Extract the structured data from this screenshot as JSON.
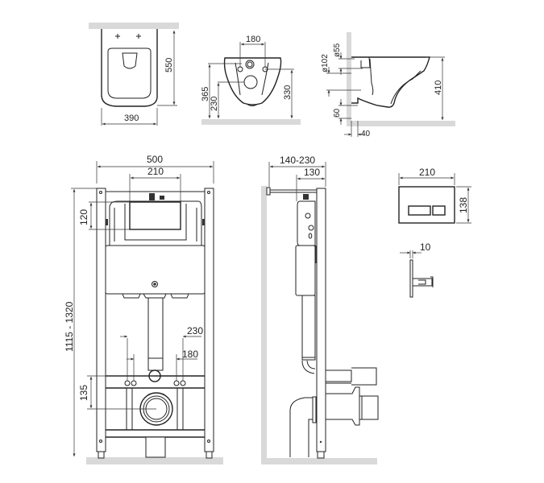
{
  "views": {
    "bowl_top": {
      "dims": {
        "width": "390",
        "depth": "550"
      }
    },
    "bowl_front": {
      "dims": {
        "bolt_spacing": "180",
        "outlet_height": "365",
        "inlet_height": "230",
        "bolt_height": "330"
      }
    },
    "bowl_side": {
      "dims": {
        "inlet_diameter": "ø55",
        "outlet_diameter": "ø102",
        "height": "410",
        "bottom_offset": "60",
        "wall_offset": "40"
      }
    },
    "frame_front": {
      "dims": {
        "frame_width": "500",
        "access_width": "210",
        "access_height": "120",
        "height_range": "1115 - 1320",
        "bolt_outer": "230",
        "bolt_inner": "180",
        "outlet_offset": "135"
      }
    },
    "frame_side": {
      "dims": {
        "depth_range": "140-230",
        "frame_depth": "130"
      }
    },
    "flush_plate": {
      "dims": {
        "width": "210",
        "height": "138",
        "thickness": "10"
      }
    }
  },
  "colors": {
    "line": "#222222",
    "wall": "#d9d9d9",
    "background": "#ffffff"
  }
}
